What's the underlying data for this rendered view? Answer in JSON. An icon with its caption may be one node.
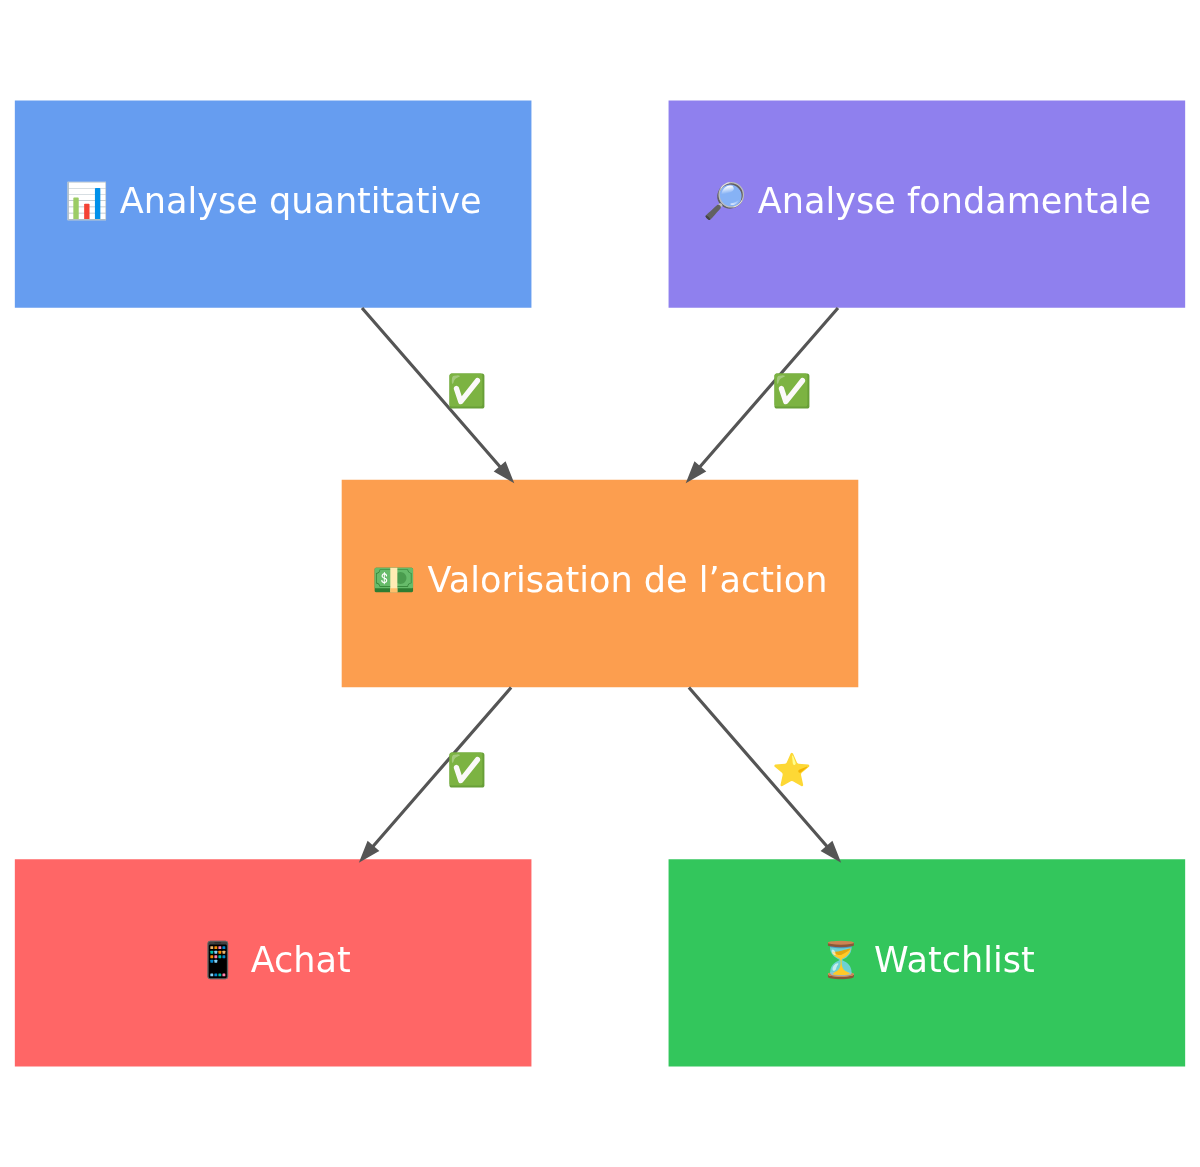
{
  "diagram": {
    "nodes": [
      {
        "text": [
          "📊 Analyse quantitative"
        ]
      },
      {
        "text": [
          "🔎 Analyse fondamentale"
        ]
      },
      {
        "text": [
          "💵 Valorisation de l’action"
        ]
      },
      {
        "text": [
          "📱 Achat"
        ]
      },
      {
        "text": [
          "⏳ Watchlist"
        ]
      }
    ],
    "edges": [
      {
        "from": 0,
        "to": 2,
        "arrow": "to",
        "label": "✅"
      },
      {
        "from": 1,
        "to": 2,
        "arrow": "to",
        "label": "✅"
      },
      {
        "from": 2,
        "to": 3,
        "arrow": "to",
        "label": "✅"
      },
      {
        "from": 2,
        "to": 4,
        "arrow": "to",
        "label": "⭐"
      }
    ]
  }
}
